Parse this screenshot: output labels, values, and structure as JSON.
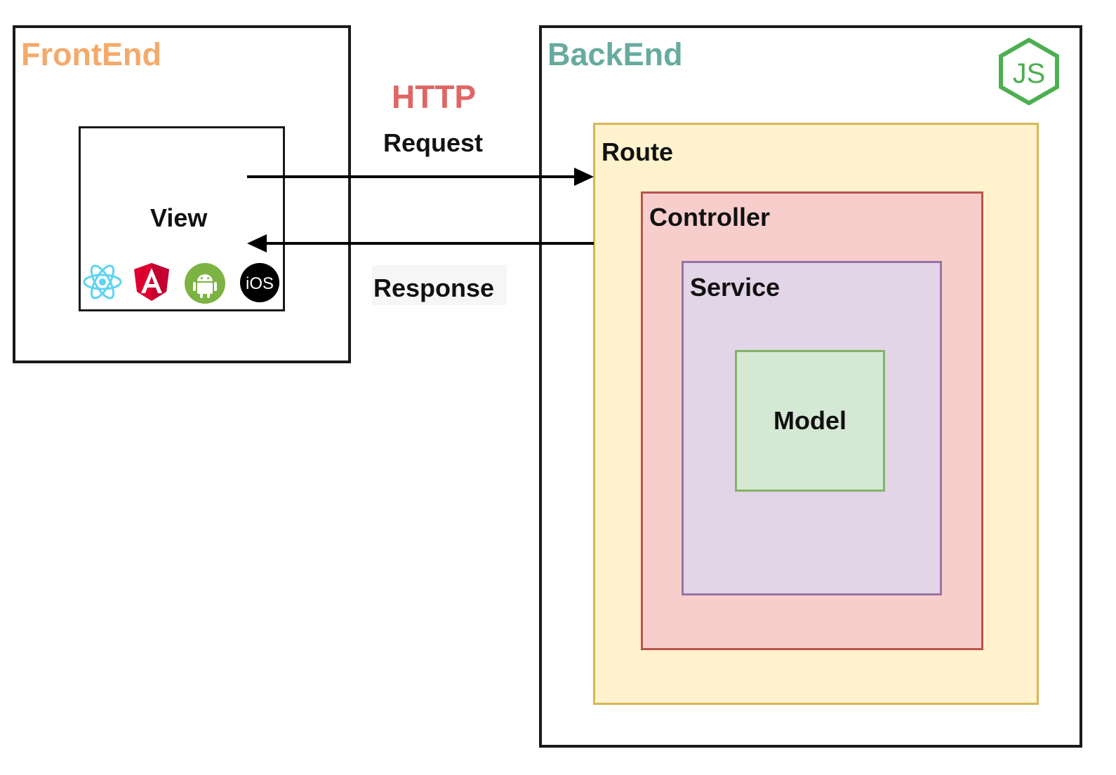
{
  "frontend": {
    "title": "FrontEnd",
    "title_color": "#f5a96a",
    "view": {
      "label": "View",
      "tech_icons": [
        {
          "icon": "react-icon",
          "color": "#5ed3f3"
        },
        {
          "icon": "angular-icon",
          "color": "#dd0031"
        },
        {
          "icon": "android-icon",
          "color": "#7cb342"
        },
        {
          "icon": "ios-icon",
          "text": "iOS",
          "color": "#000000"
        }
      ]
    }
  },
  "http": {
    "title": "HTTP",
    "title_color": "#e06666",
    "request_label": "Request",
    "response_label": "Response"
  },
  "backend": {
    "title": "BackEnd",
    "title_color": "#67ab9f",
    "logo_icon": "nodejs-icon",
    "logo_text": "JS",
    "logo_color": "#4caf50",
    "route": {
      "label": "Route",
      "fill": "#fff2cc",
      "stroke": "#d6b656"
    },
    "controller": {
      "label": "Controller",
      "fill": "#f8cecc",
      "stroke": "#b85450"
    },
    "service": {
      "label": "Service",
      "fill": "#e1d5e7",
      "stroke": "#9673a6"
    },
    "model": {
      "label": "Model",
      "fill": "#d5e8d4",
      "stroke": "#82b366"
    }
  }
}
